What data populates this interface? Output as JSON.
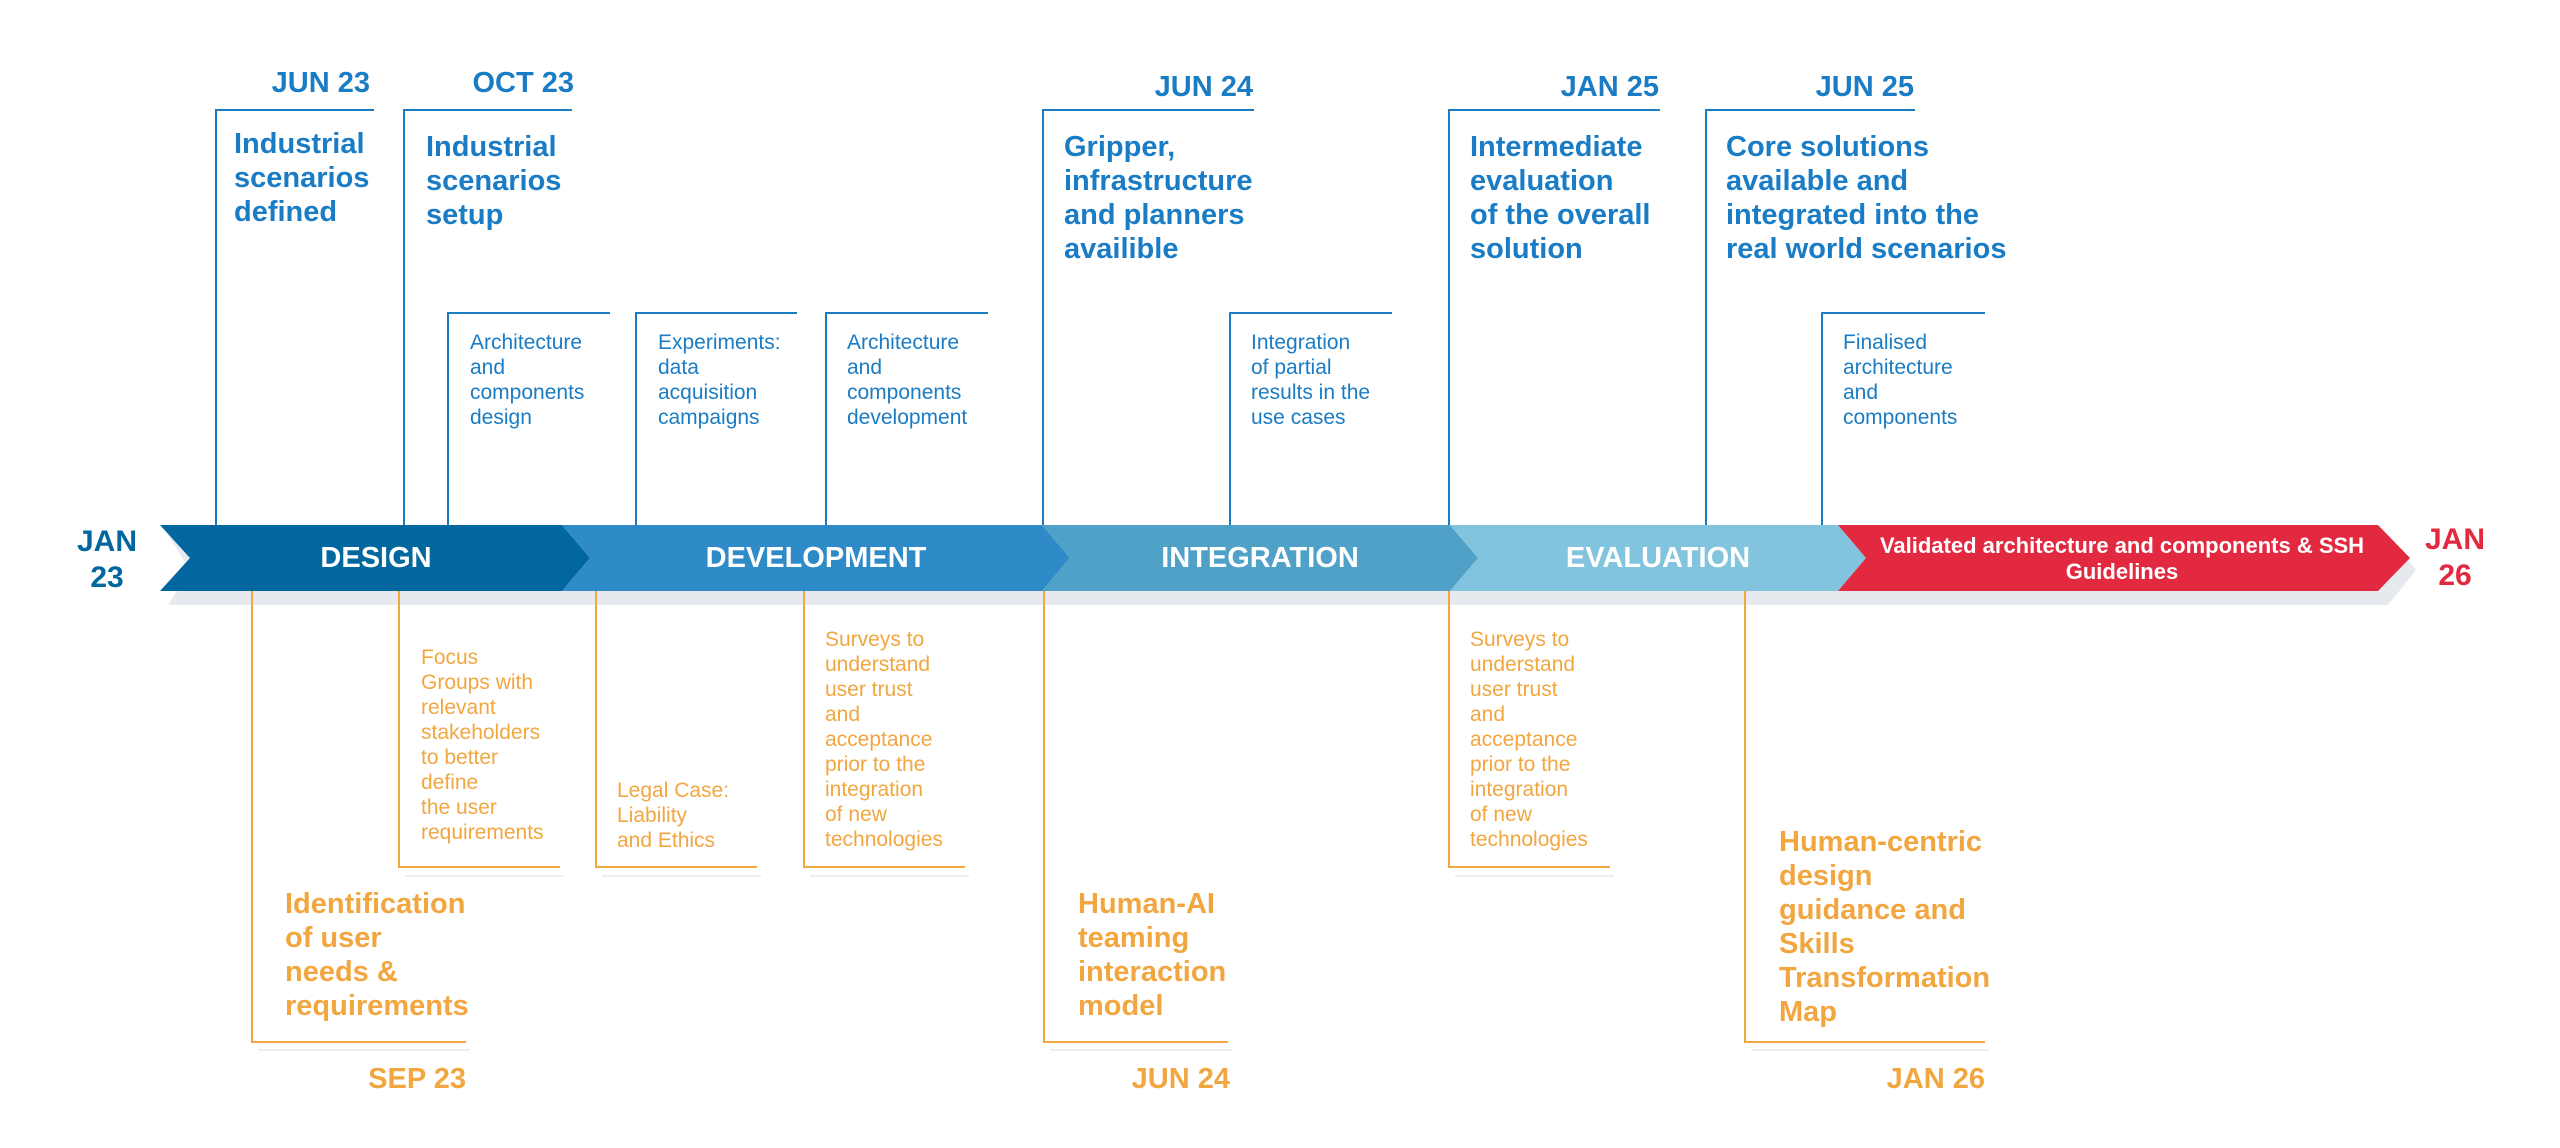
{
  "timeline": {
    "start_label": "JAN\n23",
    "end_label": "JAN\n26",
    "phases": [
      "DESIGN",
      "DEVELOPMENT",
      "INTEGRATION",
      "EVALUATION"
    ],
    "final_phase": "Validated architecture and components\n& SSH Guidelines",
    "colors": {
      "design": "#02679e",
      "development": "#2f8bc8",
      "integration": "#50a1c8",
      "evaluation": "#82c4de",
      "final": "#e3293f",
      "blue_text": "#1a7cc4",
      "orange_text": "#f2a640"
    }
  },
  "top_milestones": [
    {
      "date": "JUN 23",
      "text": "Industrial\nscenarios\ndefined"
    },
    {
      "date": "OCT 23",
      "text": "Industrial\nscenarios\nsetup"
    },
    {
      "date": "JUN 24",
      "text": "Gripper,\ninfrastructure\nand planners\navailible"
    },
    {
      "date": "JAN 25",
      "text": "Intermediate\nevaluation\nof the overall\nsolution"
    },
    {
      "date": "JUN 25",
      "text": "Core solutions\navailable and\nintegrated into the\nreal world scenarios"
    }
  ],
  "top_tasks": [
    "Architecture\nand\ncomponents\ndesign",
    "Experiments:\ndata\nacquisition\ncampaigns",
    "Architecture\nand\ncomponents\ndevelopment",
    "Integration\nof partial\nresults in the\nuse cases",
    "Finalised\narchitecture\nand\ncomponents"
  ],
  "bottom_tasks": [
    "Focus\nGroups with\nrelevant\nstakeholders\nto better\ndefine\nthe user\nrequirements",
    "Legal Case:\nLiability\nand Ethics",
    "Surveys to\nunderstand\nuser trust\nand\nacceptance\nprior to the\nintegration\nof  new\ntechnologies",
    "Surveys to\nunderstand\nuser trust\nand\nacceptance\nprior to the\nintegration\nof  new\ntechnologies"
  ],
  "bottom_milestones": [
    {
      "date": "SEP 23",
      "text": "Identification\nof user\nneeds &\nrequirements"
    },
    {
      "date": "JUN 24",
      "text": "Human-AI\nteaming\ninteraction\nmodel"
    },
    {
      "date": "JAN 26",
      "text": "Human-centric\ndesign\nguidance and\nSkills\nTransformation\nMap"
    }
  ]
}
